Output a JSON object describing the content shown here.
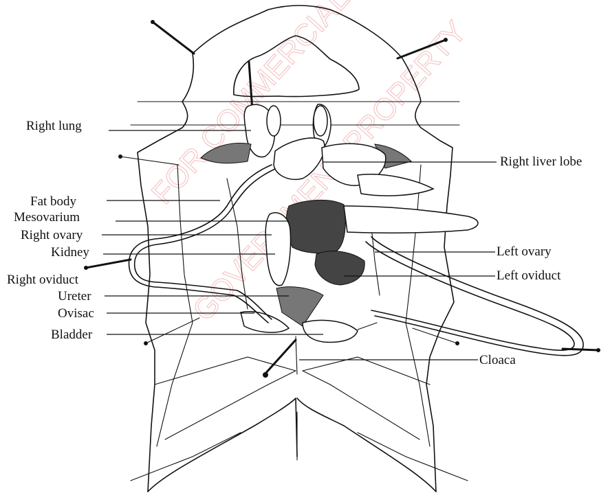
{
  "labels": {
    "right_lung": "Right lung",
    "fat_body": "Fat body",
    "mesovarium": "Mesovarium",
    "right_ovary": "Right ovary",
    "kidney": "Kidney",
    "right_oviduct": "Right oviduct",
    "ureter": "Ureter",
    "ovisac": "Ovisac",
    "bladder": "Bladder",
    "right_liver_lobe": "Right liver lobe",
    "left_ovary": "Left ovary",
    "left_oviduct": "Left oviduct",
    "cloaca": "Cloaca"
  },
  "watermark": {
    "line1": "FOR COMMERCIAL USE ONLY",
    "line2": "GOVERNMENT PROPERTY"
  },
  "colors": {
    "ink": "#111111",
    "watermark": "#f2b8b8"
  }
}
